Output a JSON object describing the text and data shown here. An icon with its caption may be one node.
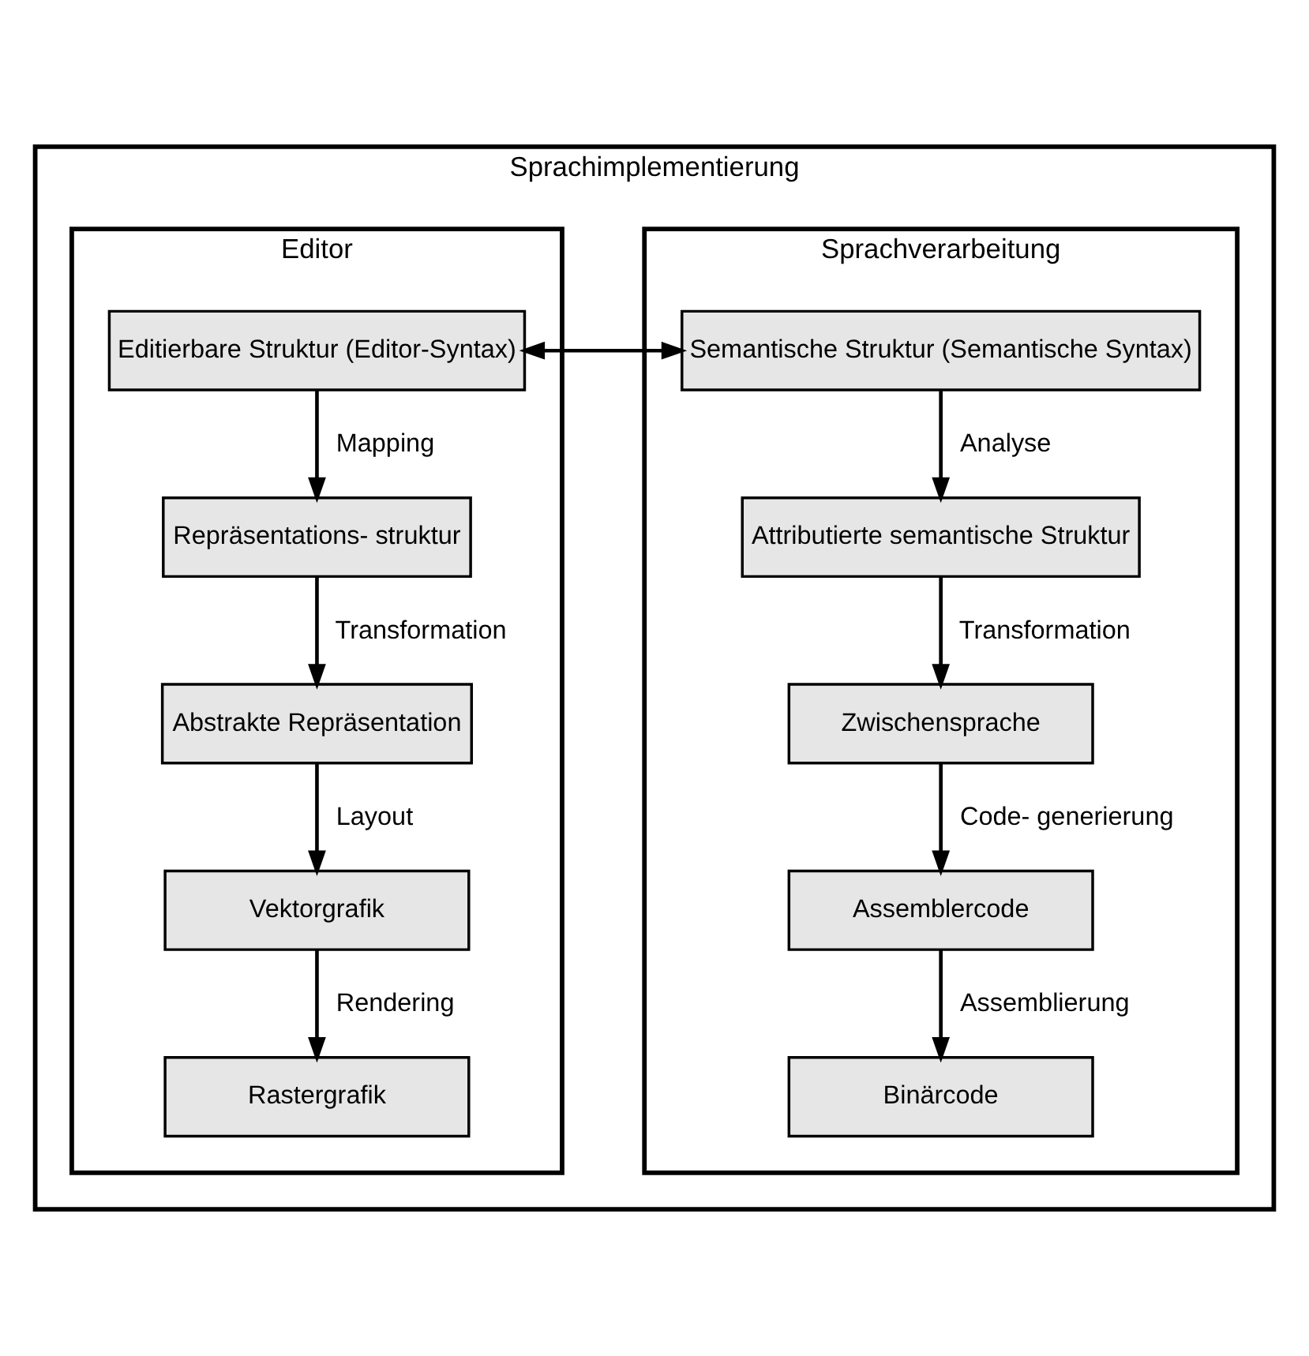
{
  "diagram": {
    "nodes": [
      {
        "text": [
          "Sprachimplementierung"
        ]
      },
      {
        "text": [
          "Editor"
        ],
        "in": 0
      },
      {
        "text": [
          "Editierbare Struktur (Editor-Syntax)"
        ],
        "in": 1
      },
      {
        "text": [
          "Repräsentations- struktur"
        ],
        "in": 1
      },
      {
        "text": [
          "Abstrakte Repräsentation"
        ],
        "in": 1
      },
      {
        "text": [
          "Vektorgrafik"
        ],
        "in": 1
      },
      {
        "text": [
          "Rastergrafik"
        ],
        "in": 1
      },
      {
        "text": [
          "Sprachverarbeitung"
        ],
        "in": 0
      },
      {
        "text": [
          "Semantische Struktur (Semantische Syntax)"
        ],
        "in": 7
      },
      {
        "text": [
          "Attributierte semantische Struktur"
        ],
        "in": 7
      },
      {
        "text": [
          "Zwischensprache"
        ],
        "in": 7
      },
      {
        "text": [
          "Assemblercode"
        ],
        "in": 7
      },
      {
        "text": [
          "Binärcode"
        ],
        "in": 7
      }
    ],
    "edges": [
      {
        "from": 2,
        "to": 8,
        "arrow": "both"
      },
      {
        "from": 2,
        "to": 3,
        "arrow": "to",
        "label": "Mapping"
      },
      {
        "from": 3,
        "to": 4,
        "arrow": "to",
        "label": "Transformation"
      },
      {
        "from": 4,
        "to": 5,
        "arrow": "to",
        "label": "Layout"
      },
      {
        "from": 5,
        "to": 6,
        "arrow": "to",
        "label": "Rendering"
      },
      {
        "from": 8,
        "to": 9,
        "arrow": "to",
        "label": "Analyse"
      },
      {
        "from": 9,
        "to": 10,
        "arrow": "to",
        "label": "Transformation"
      },
      {
        "from": 10,
        "to": 11,
        "arrow": "to",
        "label": "Code- generierung"
      },
      {
        "from": 11,
        "to": 12,
        "arrow": "to",
        "label": "Assemblierung"
      }
    ]
  }
}
